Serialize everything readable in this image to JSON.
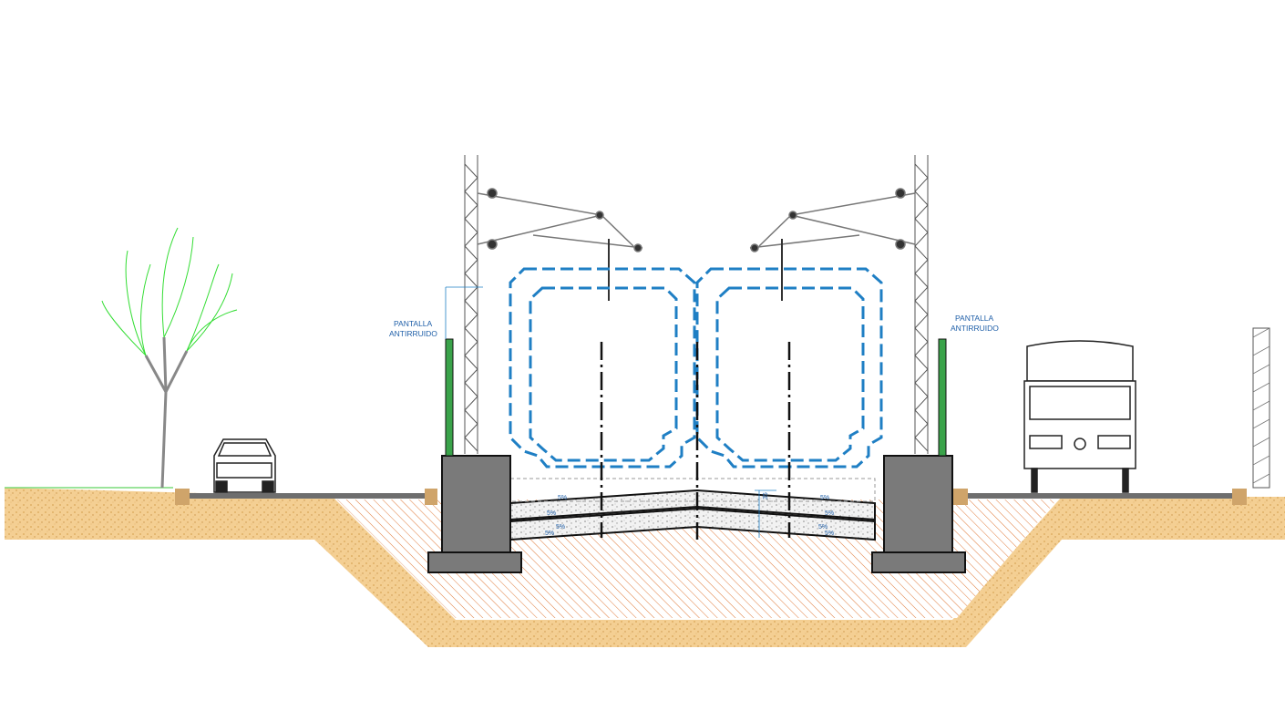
{
  "labels": {
    "left_barrier": [
      "PANTALLA",
      "ANTIRRUIDO"
    ],
    "right_barrier": [
      "PANTALLA",
      "ANTIRRUIDO"
    ]
  },
  "dimensions": {
    "layer_thickness": "35",
    "slope_marks": [
      "5%",
      "5%",
      "5%",
      "5%",
      "5%",
      "5%",
      "5%",
      "5%"
    ]
  },
  "colors": {
    "soil": "#f0c98a",
    "trench_hatch": "#e07a3a",
    "foundation": "#7a7a7a",
    "gauge_outline": "#1f7fc4",
    "barrier": "#3aa34a",
    "tree_foliage": "#33dd33",
    "annotation": "#1f5fa8"
  }
}
